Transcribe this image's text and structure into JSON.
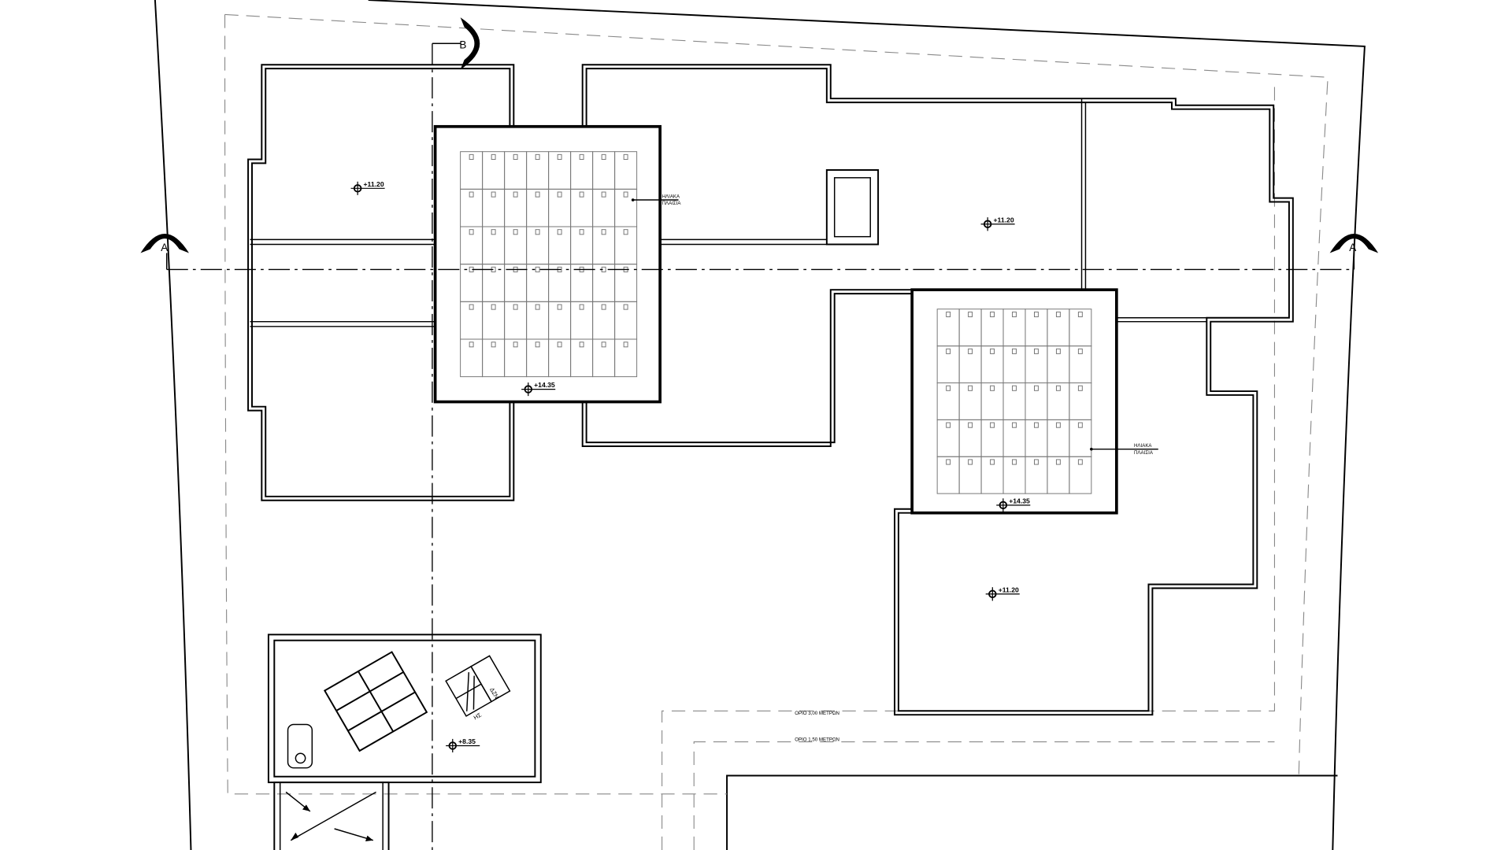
{
  "drawing": {
    "section_a_label": "A",
    "section_b_label": "B",
    "levels": {
      "roof_left": "+11.20",
      "roof_right": "+11.20",
      "roof_lower_right": "+11.20",
      "panel_roof_left": "+14.35",
      "panel_roof_right": "+14.35",
      "annex_roof": "+8.35"
    },
    "solar_panels_note_line1": "ΗΛΙΑΚΑ",
    "solar_panels_note_line2": "ΠΛΑΙΣΙΑ",
    "setback_3m": "ΟΡΙΟ 3,00 ΜΕΤΡΩΝ",
    "setback_1_5m": "ΟΡΙΟ 1,50 ΜΕΤΡΩΝ",
    "annex_label_hs": "ΗΣ",
    "annex_label_dzn": "ΔΖΝ",
    "panel_grid_left": {
      "cols": 8,
      "rows": 6
    },
    "panel_grid_right": {
      "cols": 7,
      "rows": 5
    }
  }
}
